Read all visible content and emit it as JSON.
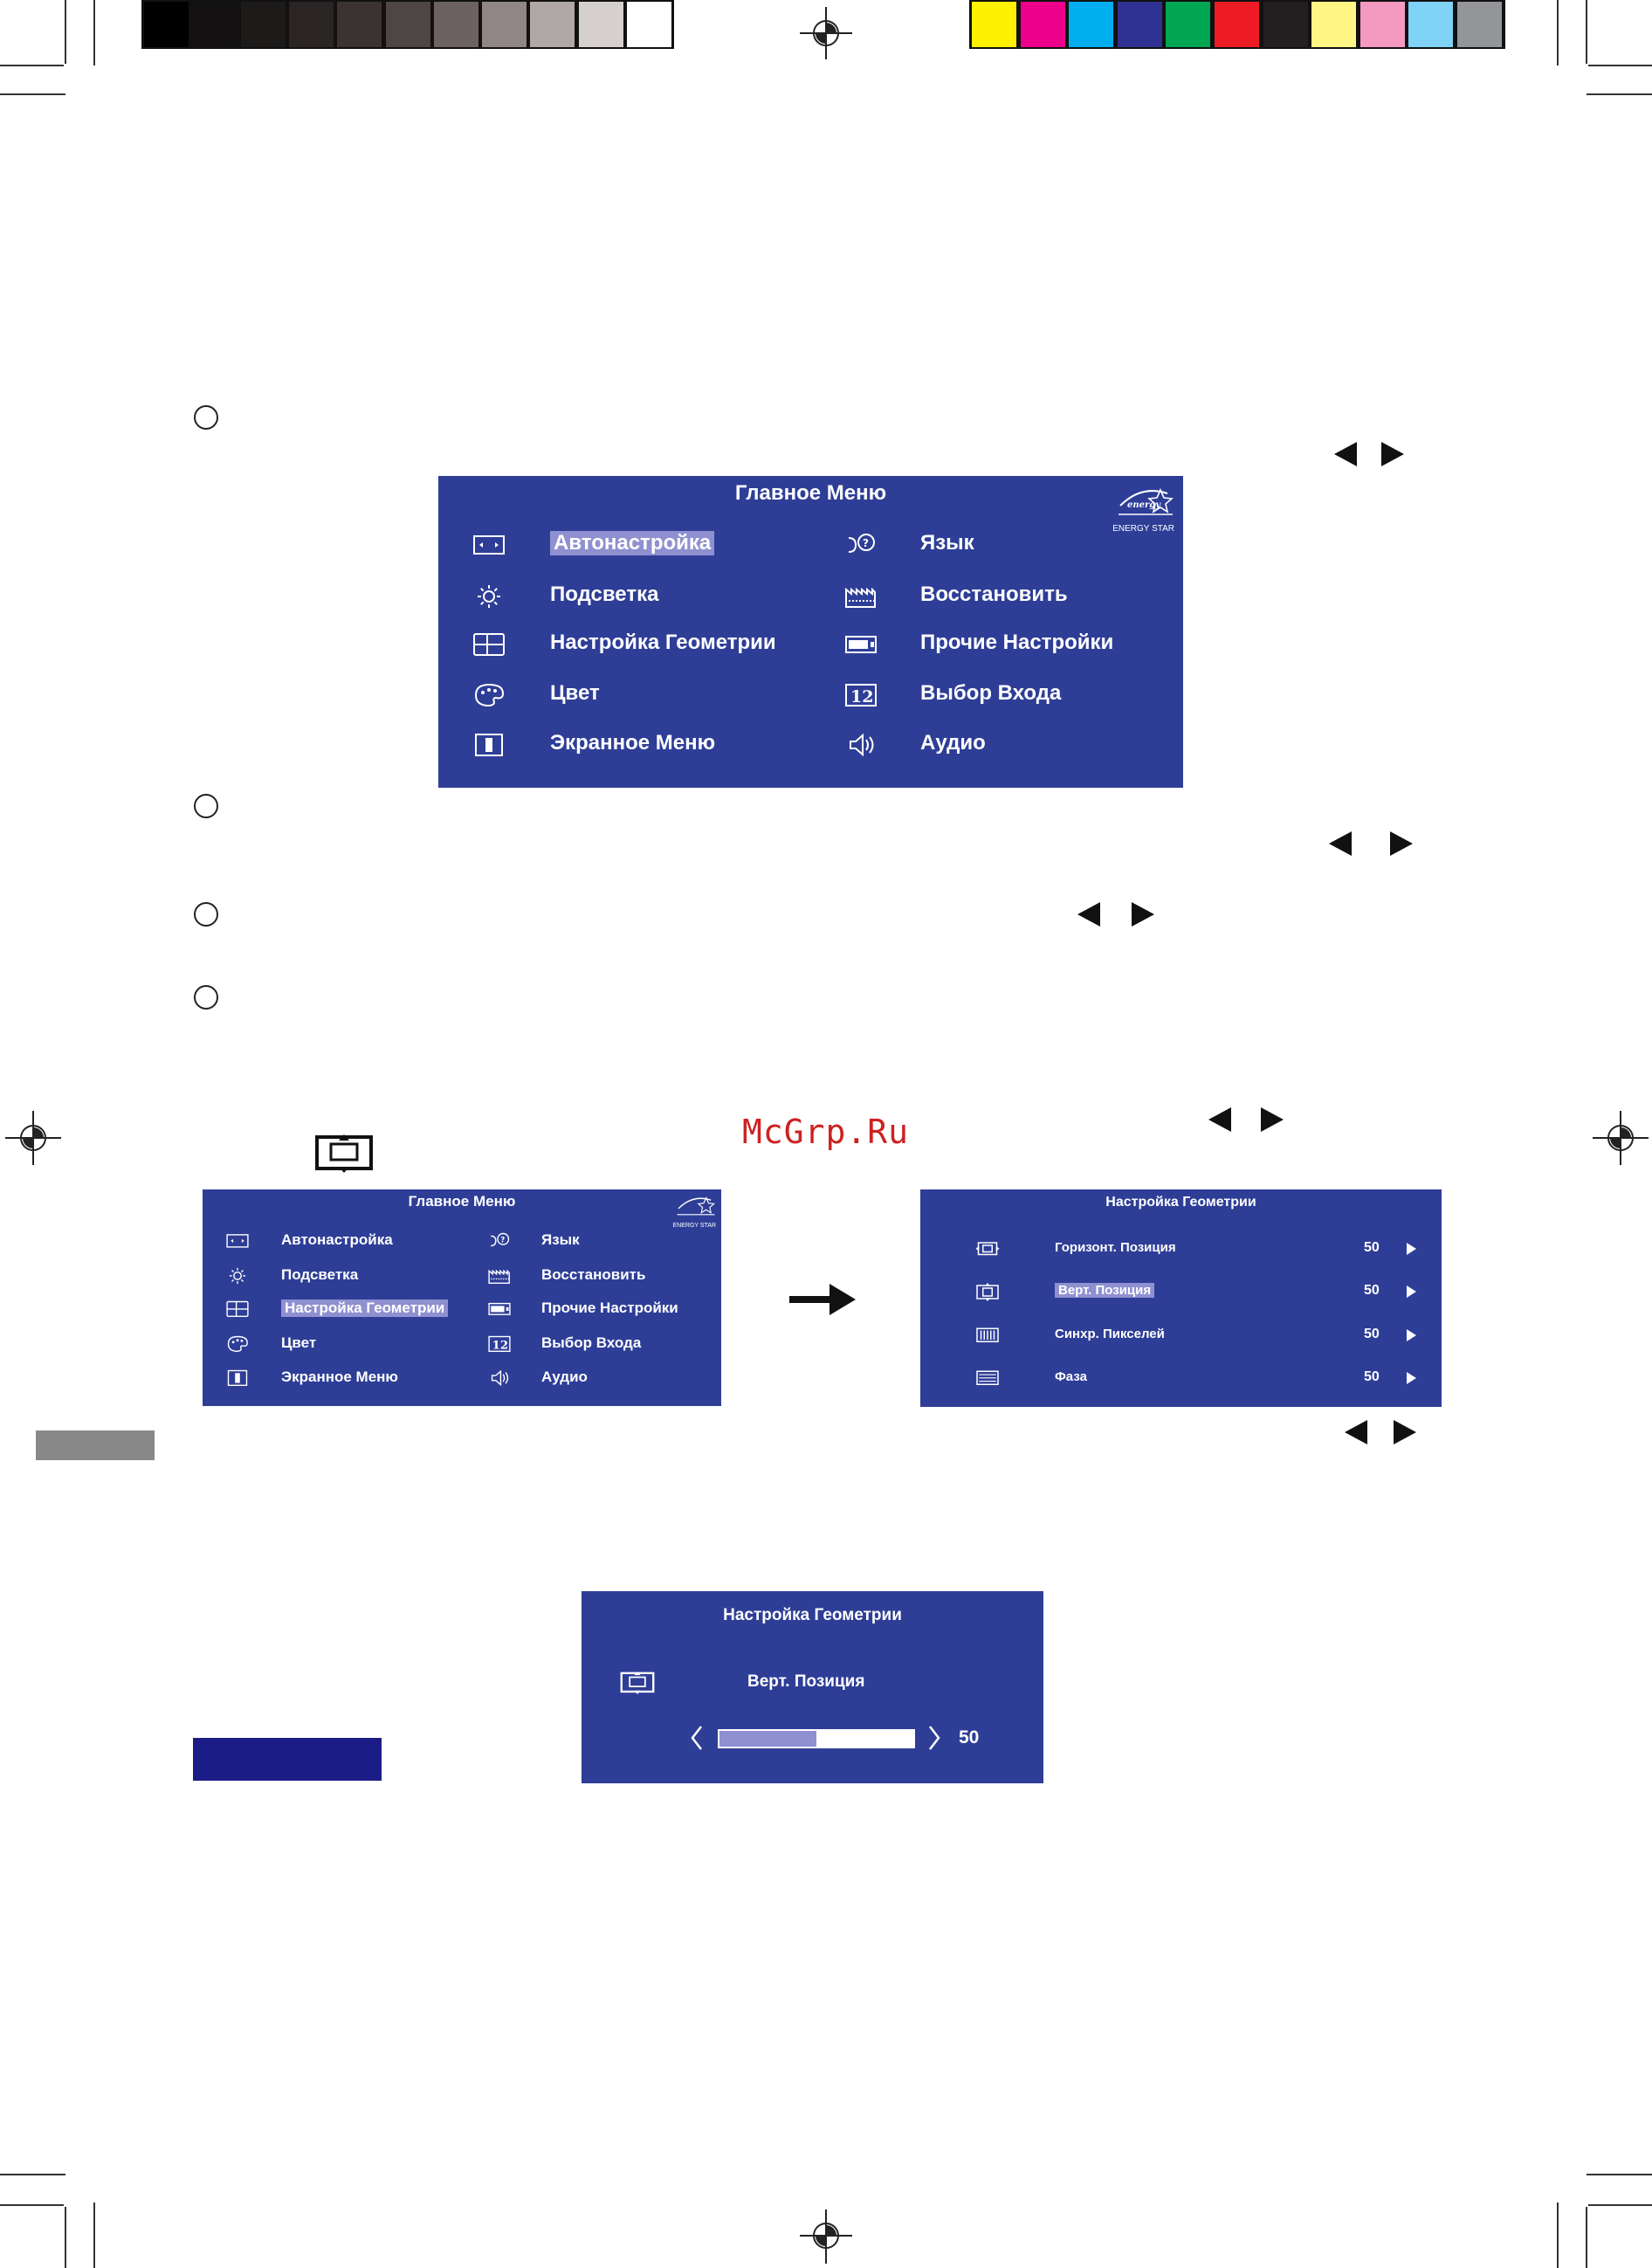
{
  "print_marks": {
    "gray_swatches": [
      "#000000",
      "#121010",
      "#1d1a1a",
      "#2a2524",
      "#3a3332",
      "#4e4644",
      "#6b6261",
      "#8f8685",
      "#b0a8a7",
      "#d6d0cf",
      "#ffffff"
    ],
    "color_swatches": [
      "#fff200",
      "#ec008c",
      "#00aeef",
      "#2e3192",
      "#00a651",
      "#ed1c24",
      "#231f20",
      "#fff685",
      "#f49ac1",
      "#7fd3f7",
      "#939598"
    ]
  },
  "watermark": "McGrp.Ru",
  "main_menu_large": {
    "title": "Главное Меню",
    "energy_star": "ENERGY STAR",
    "left_items": [
      {
        "icon": "auto-adjust-icon",
        "label": "Автонастройка",
        "selected": true
      },
      {
        "icon": "backlight-sun-icon",
        "label": "Подсветка"
      },
      {
        "icon": "geometry-icon",
        "label": "Настройка Геометрии"
      },
      {
        "icon": "color-palette-icon",
        "label": "Цвет"
      },
      {
        "icon": "osd-menu-icon",
        "label": "Экранное Меню"
      }
    ],
    "right_items": [
      {
        "icon": "language-icon",
        "label": "Язык"
      },
      {
        "icon": "reset-factory-icon",
        "label": "Восстановить"
      },
      {
        "icon": "other-settings-icon",
        "label": "Прочие Настройки"
      },
      {
        "icon": "input-select-icon",
        "icon_text": "12",
        "label": "Выбор Входа"
      },
      {
        "icon": "audio-speaker-icon",
        "label": "Аудио"
      }
    ]
  },
  "main_menu_small": {
    "title": "Главное Меню",
    "energy_star": "ENERGY STAR",
    "left_items": [
      {
        "icon": "auto-adjust-icon",
        "label": "Автонастройка"
      },
      {
        "icon": "backlight-sun-icon",
        "label": "Подсветка"
      },
      {
        "icon": "geometry-icon",
        "label": "Настройка Геометрии",
        "selected": true
      },
      {
        "icon": "color-palette-icon",
        "label": "Цвет"
      },
      {
        "icon": "osd-menu-icon",
        "label": "Экранное Меню"
      }
    ],
    "right_items": [
      {
        "icon": "language-icon",
        "label": "Язык"
      },
      {
        "icon": "reset-factory-icon",
        "label": "Восстановить"
      },
      {
        "icon": "other-settings-icon",
        "label": "Прочие Настройки"
      },
      {
        "icon": "input-select-icon",
        "icon_text": "12",
        "label": "Выбор Входа"
      },
      {
        "icon": "audio-speaker-icon",
        "label": "Аудио"
      }
    ]
  },
  "geometry_menu": {
    "title": "Настройка Геометрии",
    "items": [
      {
        "icon": "h-position-icon",
        "label": "Горизонт. Позиция",
        "value": "50"
      },
      {
        "icon": "v-position-icon",
        "label": "Верт. Позиция",
        "value": "50",
        "selected": true
      },
      {
        "icon": "clock-pixel-icon",
        "label": "Синхр. Пикселей",
        "value": "50"
      },
      {
        "icon": "phase-icon",
        "label": "Фаза",
        "value": "50"
      }
    ]
  },
  "vpos_dialog": {
    "title": "Настройка Геометрии",
    "label": "Верт. Позиция",
    "value": "50",
    "level_fraction": 0.5
  },
  "colors": {
    "osd_bg": "#2e3e97",
    "highlight": "#8f90d0",
    "section_tab": "#1c1c87",
    "side_tab": "#888888"
  }
}
